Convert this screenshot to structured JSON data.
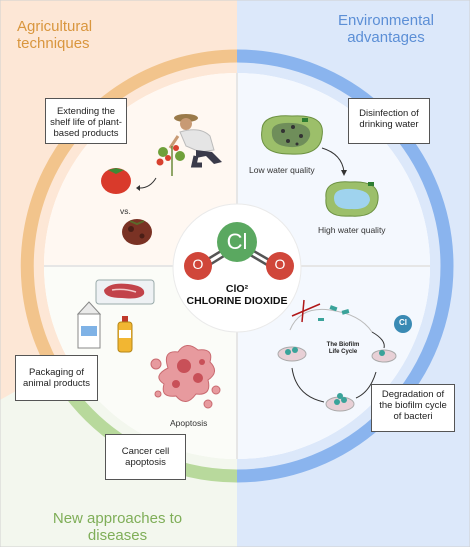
{
  "quadrants": {
    "agricultural": {
      "title_line1": "Agricultural",
      "title_line2": "techniques"
    },
    "environmental": {
      "title_line1": "Environmental",
      "title_line2": "advantages"
    },
    "new_approaches": {
      "title_line1": "New approaches to",
      "title_line2": "diseases"
    }
  },
  "boxes": {
    "extend_shelf_life": "Extending the shelf life of plant-based products",
    "disinfection": "Disinfection of drinking water",
    "packaging": "Packaging of animal products",
    "degradation": "Degradation of the biofilm cycle of bacteri",
    "cancer": "Cancer cell apoptosis"
  },
  "labels": {
    "versus": "vs.",
    "low_quality": "Low water quality",
    "high_quality": "High water quality",
    "apoptosis": "Apoptosis",
    "biofilm_line1": "The Biofilm",
    "biofilm_line2": "Life Cycle",
    "cl_badge": "Cl"
  },
  "center": {
    "atom_cl": "Cl",
    "atom_o1": "O",
    "atom_o2": "O",
    "formula": "ClO²",
    "name": "CHLORINE DIOXIDE"
  },
  "colors": {
    "agri_bg": "#fde7d6",
    "env_bg": "#dce8fa",
    "agri_ring": "#f2c48c",
    "env_ring": "#8ab4ee",
    "disease_ring": "#b8d99c",
    "chlorine": "#5aa860",
    "oxygen": "#d0463a"
  }
}
